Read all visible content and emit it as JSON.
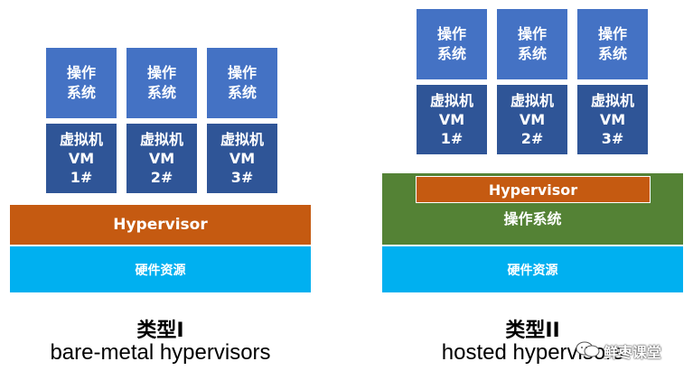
{
  "type1": {
    "guests": [
      {
        "os": "操作\n系统",
        "vm": "虚拟机\nVM\n1#"
      },
      {
        "os": "操作\n系统",
        "vm": "虚拟机\nVM\n2#"
      },
      {
        "os": "操作\n系统",
        "vm": "虚拟机\nVM\n3#"
      }
    ],
    "hypervisor": "Hypervisor",
    "hardware": "硬件资源",
    "title": "类型I",
    "subtitle": "bare-metal hypervisors"
  },
  "type2": {
    "guests": [
      {
        "os": "操作\n系统",
        "vm": "虚拟机\nVM\n1#"
      },
      {
        "os": "操作\n系统",
        "vm": "虚拟机\nVM\n2#"
      },
      {
        "os": "操作\n系统",
        "vm": "虚拟机\nVM\n3#"
      }
    ],
    "hypervisor": "Hypervisor",
    "host_os": "操作系统",
    "hardware": "硬件资源",
    "title": "类型II",
    "subtitle": "hosted hypervisors"
  },
  "watermark": {
    "text": "鲜枣课堂",
    "icon": "chat-bubbles-icon"
  },
  "colors": {
    "os": "#4472C4",
    "vm": "#2F5597",
    "hypervisor": "#C55A11",
    "hardware": "#00B0F0",
    "host_os": "#548235"
  }
}
